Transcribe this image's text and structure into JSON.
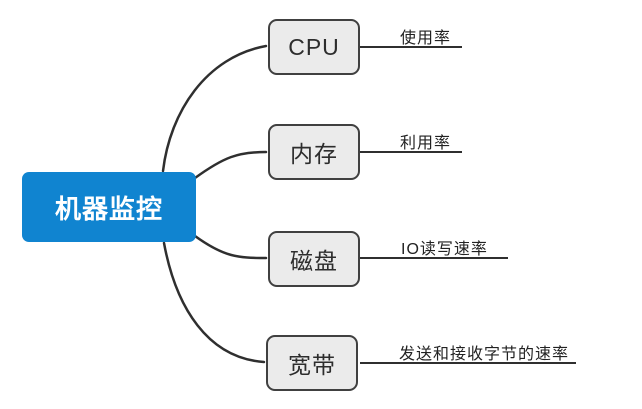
{
  "diagram": {
    "type": "mindmap",
    "root": {
      "label": "机器监控"
    },
    "branches": [
      {
        "node": "CPU",
        "metric": "使用率"
      },
      {
        "node": "内存",
        "metric": "利用率"
      },
      {
        "node": "磁盘",
        "metric": "IO读写速率"
      },
      {
        "node": "宽带",
        "metric": "发送和接收字节的速率"
      }
    ]
  },
  "colors": {
    "canvas_bg": "#ffffff",
    "root_bg": "#1084d0",
    "root_text": "#ffffff",
    "node_bg": "#ebebeb",
    "node_border": "#404040",
    "node_text": "#2d2d2d",
    "metric_text": "#222222",
    "connector": "#2f2f2f"
  }
}
